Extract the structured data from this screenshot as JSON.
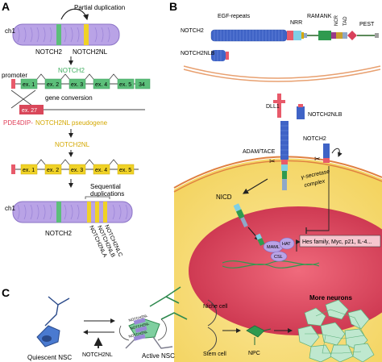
{
  "panels": {
    "a": "A",
    "b": "B",
    "c": "C"
  },
  "panel_a": {
    "ch1_top": "ch1",
    "partial_duplication": "Partial duplication",
    "notch2_top": "NOTCH2",
    "notch2nl_top": "NOTCH2NL",
    "notch2_green": "NOTCH2",
    "promoter": "promoter",
    "exons_top": [
      "ex. 1",
      "ex. 2",
      "ex. 3",
      "ex. 4",
      "ex. 5",
      "34"
    ],
    "gene_conversion": "gene conversion",
    "ex27": "ex. 27",
    "pseudogene_part1": "PDE4DIP-",
    "pseudogene_part2": "NOTCH2NL pseudogene",
    "notch2nl_yellow": "NOTCH2NL",
    "exons_bottom": [
      "ex. 1",
      "ex. 2",
      "ex. 3",
      "ex. 4",
      "ex. 5"
    ],
    "sequential_line1": "Sequential",
    "sequential_line2": "duplications",
    "ch1_bottom": "ch1",
    "notch2_bottom": "NOTCH2",
    "rotated_labels": [
      "NOTCH2NLC",
      "NOTCH2NLB",
      "NOTCH2NLA"
    ]
  },
  "panel_b": {
    "egf": "EGF-repeats",
    "nrr": "NRR",
    "ram": "RAM",
    "ank": "ANK",
    "ncr": "NCR",
    "tad": "TAD",
    "pest": "PEST",
    "notch2": "NOTCH2",
    "notch2nlb": "NOTCH2NLB",
    "dll1": "DLL1",
    "notch2nlb_mem": "NOTCH2NLB",
    "notch2_mem": "NOTCH2",
    "adam": "ADAM/TACE",
    "gamma1": "γ-secretase",
    "gamma2": "complex",
    "nicd": "NICD",
    "maml": "MAML",
    "hat": "HAT",
    "csl": "CSL",
    "targets": "Hes family, Myc, p21, IL-4..."
  },
  "panel_c": {
    "quiescent": "Quiescent NSC",
    "notch2nl": "NOTCH2NL",
    "active": "Active NSC",
    "niche": "Niche cell",
    "stem": "Stem cell",
    "npc": "NPC",
    "more_neurons": "More neurons",
    "receptor_labels": [
      "NOTCH2NL",
      "NOTCH2NL",
      "NOTCH2NL"
    ]
  },
  "colors": {
    "chromosome": "#b9a3e6",
    "notch2_green": "#5cbf7a",
    "notch2nl_yellow": "#f0d226",
    "ex27_red": "#d9475a",
    "pseudogene_red": "#e0405a",
    "cell_yellow": "#f7e27c",
    "nucleus_red": "#d9405a",
    "neuron_green": "#7fcfa0"
  }
}
